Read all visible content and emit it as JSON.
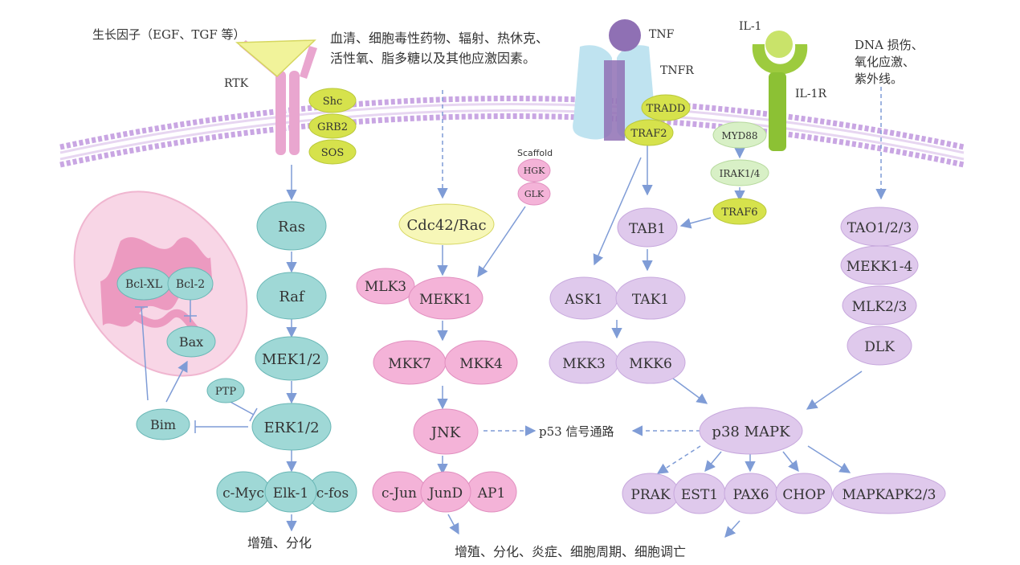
{
  "colors": {
    "membrane": "#c9a6e3",
    "teal": "#9fd8d6",
    "tealStroke": "#6ab7b6",
    "pink": "#f4b3d8",
    "pinkStroke": "#e18fbf",
    "lavender": "#dfc9ec",
    "lavenderStroke": "#c7a8dd",
    "yellowGreen": "#d6e24c",
    "yellowGreenStroke": "#b9c83b",
    "lightYellow": "#f7f7b8",
    "lightGreen": "#d8f0c6",
    "arrow": "#7f9cd6",
    "receptorPink": "#e9a6cf",
    "tnfPurple": "#8f70b4",
    "tnfrBlue": "#bfe3f0",
    "il1Green": "#9dcb3e",
    "il1Light": "#c9e36a"
  },
  "labels": {
    "growth_factor": "生长因子（EGF、TGF 等）",
    "stress_line1": "血清、细胞毒性药物、辐射、热休克、",
    "stress_line2": "活性氧、脂多糖以及其他应激因素。",
    "rtk": "RTK",
    "tnf": "TNF",
    "tnfr": "TNFR",
    "il1": "IL-1",
    "il1r": "IL-1R",
    "dna_line1": "DNA 损伤、",
    "dna_line2": "氧化应激、",
    "dna_line3": "紫外线。",
    "scaffold": "Scaffold",
    "p53": "p53 信号通路",
    "out_left": "增殖、分化",
    "out_right": "增殖、分化、炎症、细胞周期、细胞调亡"
  },
  "nodes": {
    "shc": "Shc",
    "grb2": "GRB2",
    "sos": "SOS",
    "ras": "Ras",
    "raf": "Raf",
    "mek12": "MEK1/2",
    "erk12": "ERK1/2",
    "cmyc": "c-Myc",
    "elk1": "Elk-1",
    "cfos": "c-fos",
    "ptp": "PTP",
    "bim": "Bim",
    "bclxl": "Bcl-XL",
    "bcl2": "Bcl-2",
    "bax": "Bax",
    "cdc42": "Cdc42/Rac",
    "hgk": "HGK",
    "glk": "GLK",
    "mlk3": "MLK3",
    "mekk1": "MEKK1",
    "mkk7": "MKK7",
    "mkk4": "MKK4",
    "jnk": "JNK",
    "cjun": "c-Jun",
    "jund": "JunD",
    "ap1": "AP1",
    "tradd": "TRADD",
    "traf2": "TRAF2",
    "myd88": "MYD88",
    "irak14": "IRAK1/4",
    "traf6": "TRAF6",
    "tab1": "TAB1",
    "ask1": "ASK1",
    "tak1": "TAK1",
    "mkk3": "MKK3",
    "mkk6": "MKK6",
    "p38": "p38 MAPK",
    "tao": "TAO1/2/3",
    "mekk14": "MEKK1-4",
    "mlk23": "MLK2/3",
    "dlk": "DLK",
    "prak": "PRAK",
    "est1": "EST1",
    "pax6": "PAX6",
    "chop": "CHOP",
    "mapkapk": "MAPKAPK2/3"
  }
}
